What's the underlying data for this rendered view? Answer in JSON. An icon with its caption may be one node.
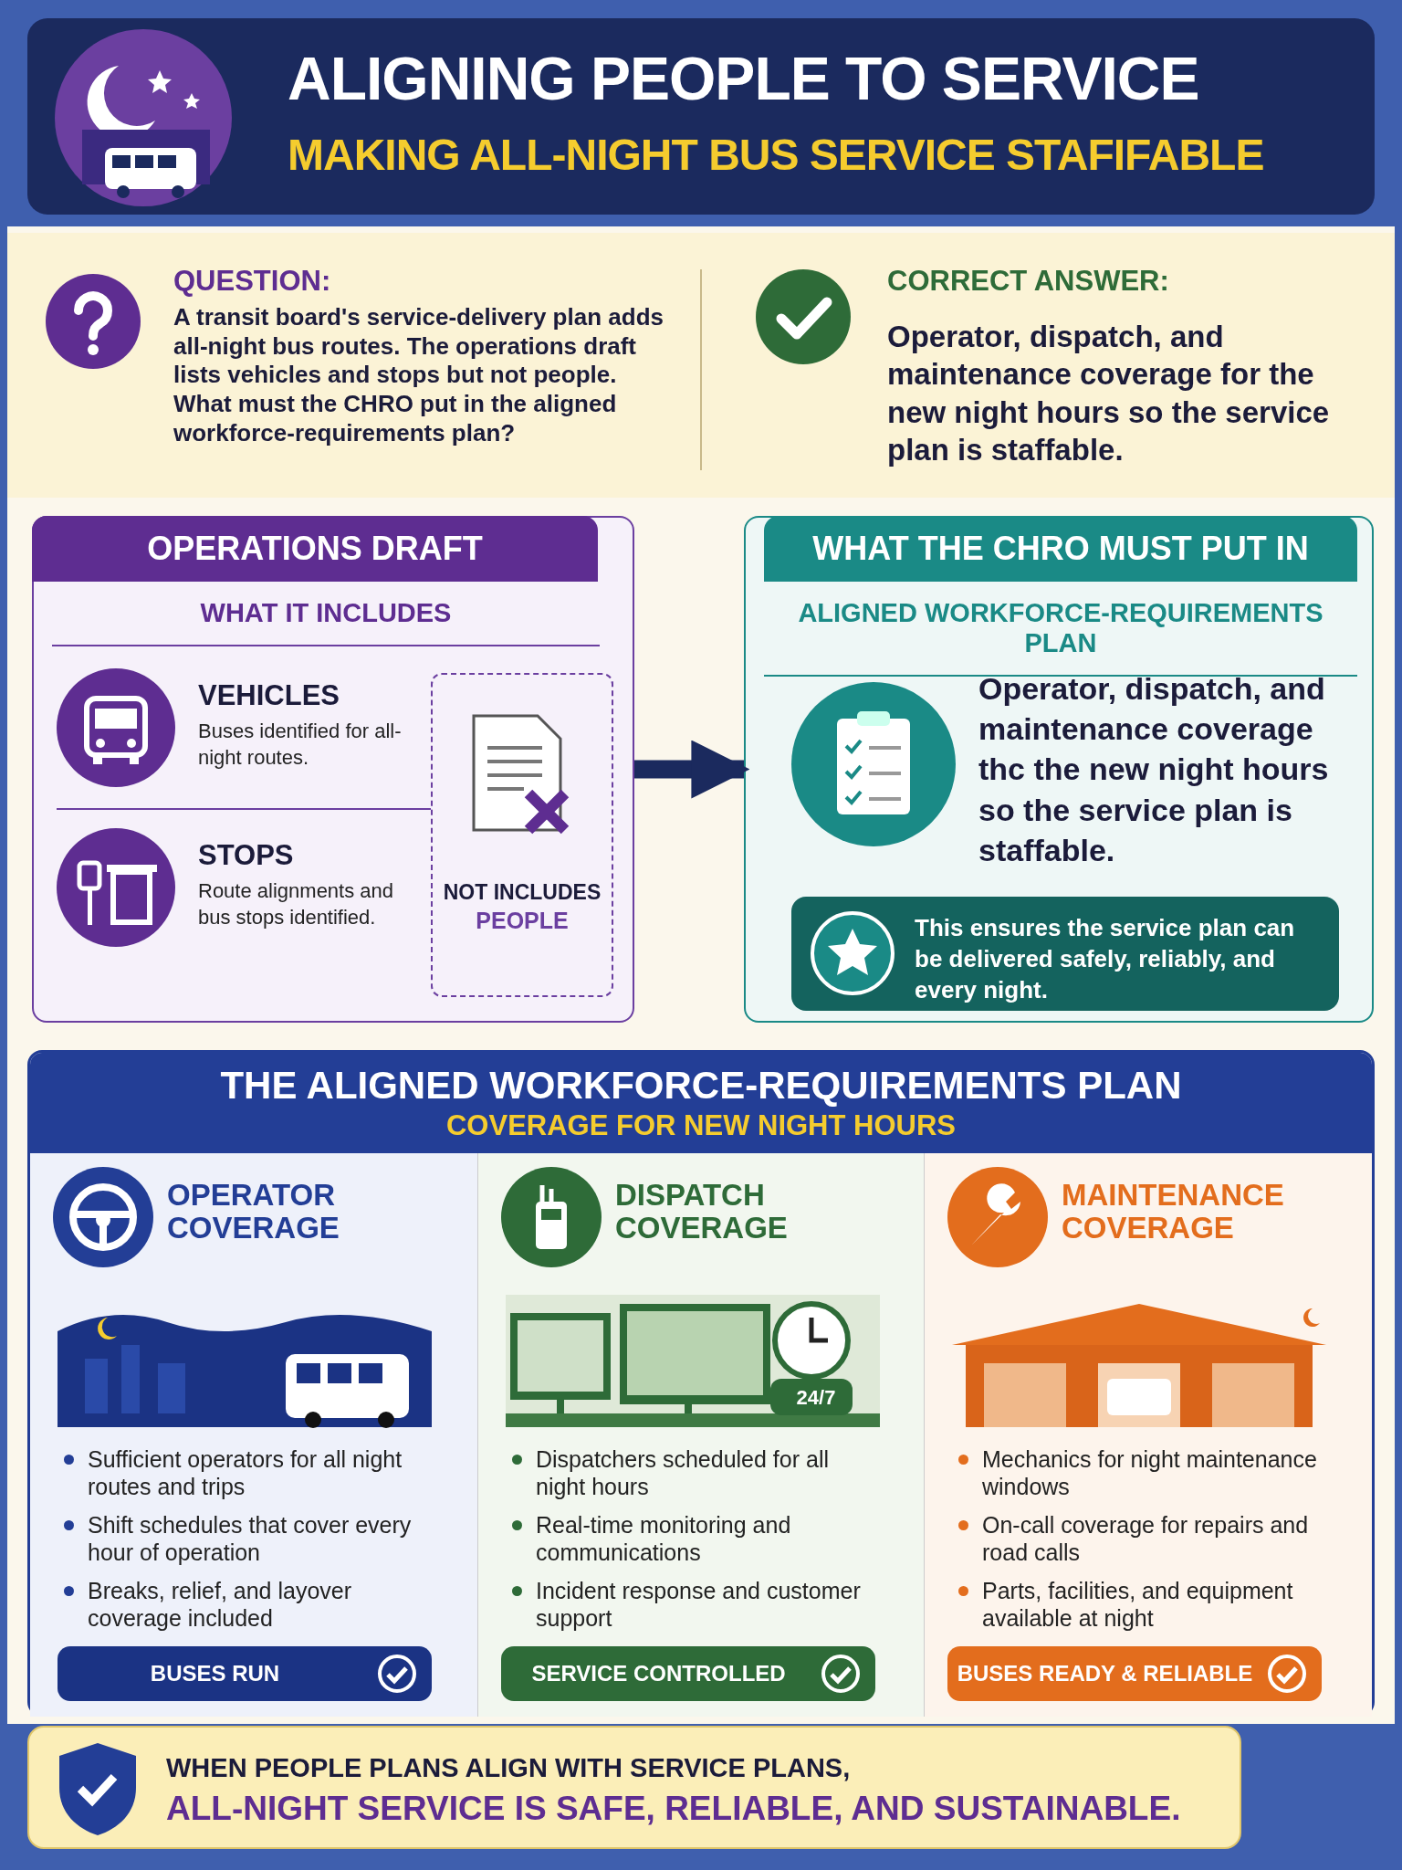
{
  "diagram": {
    "title": "ALIGNING PEOPLE TO SERVICE",
    "nodes": [
      {
        "text": [
          "QUESTION:",
          "A transit board's service-delivery plan adds all-night bus routes. The operations draft lists vehicles and stops but not people. What must the CHRO put in the aligned workforce-requirements plan?"
        ]
      },
      {
        "text": [
          "CORRECT ANSWER:",
          "Operator, dispatch, and maintenance coverage for the new night hours so the service plan is staffable."
        ]
      },
      {
        "text": [
          "OPERATIONS DRAFT",
          "WHAT IT INCLUDES"
        ]
      },
      {
        "text": [
          "VEHICLES",
          "Buses identified for all-night routes."
        ],
        "in": 2
      },
      {
        "text": [
          "STOPS",
          "Route alignments and bus stops identified."
        ],
        "in": 2
      },
      {
        "text": [
          "NOT INCLUDES",
          "PEOPLE"
        ],
        "in": 2
      },
      {
        "text": [
          "WHAT THE CHRO MUST PUT IN",
          "ALIGNED WORKFORCE-REQUIREMENTS PLAN",
          "Operator, dispatch, and maintenance coverage thc the new night hours so the service plan is staffable."
        ]
      },
      {
        "text": [
          "This ensures the service plan can be delivered safely, reliably, and every night."
        ],
        "in": 6
      },
      {
        "text": [
          "THE ALIGNED WORKFORCE-REQUIREMENTS PLAN",
          "COVERAGE FOR NEW NIGHT HOURS"
        ]
      },
      {
        "text": [
          "OPERATOR COVERAGE",
          "Sufficient operators for all night routes and trips",
          "Shift schedules that cover every hour of operation",
          "Breaks, relief, and layover coverage included"
        ],
        "in": 8
      },
      {
        "text": [
          "BUSES RUN"
        ],
        "in": 9
      },
      {
        "text": [
          "DISPATCH COVERAGE",
          "Dispatchers scheduled for all night hours",
          "Real-time monitoring and communications",
          "Incident response and customer support"
        ],
        "in": 8
      },
      {
        "text": [
          "SERVICE CONTROLLED"
        ],
        "in": 11
      },
      {
        "text": [
          "MAINTENANCE COVERAGE",
          "Mechanics for night maintenance windows",
          "On-call coverage for repairs and road calls",
          "Parts, facilities, and equipment available at night"
        ],
        "in": 8
      },
      {
        "text": [
          "BUSES READY & RELIABLE"
        ],
        "in": 13
      },
      {
        "text": [
          "WHEN PEOPLE PLANS ALIGN WITH SERVICE PLANS,",
          "ALL-NIGHT SERVICE IS SAFE, RELIABLE, AND SUSTAINABLE."
        ]
      }
    ],
    "edges": [
      {
        "from": 2,
        "to": 6,
        "arrow": "to"
      }
    ],
    "labels": [
      "MAKING ALL-NIGHT BUS SERVICE STAFIFABLE",
      "24/7"
    ]
  }
}
